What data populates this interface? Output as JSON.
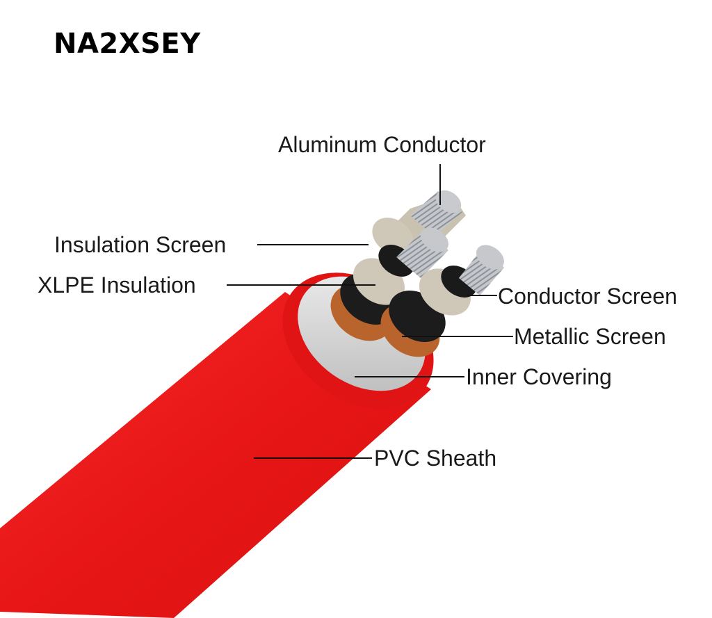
{
  "title": "NA2XSEY",
  "labels": {
    "aluminum_conductor": "Aluminum Conductor",
    "insulation_screen": "Insulation Screen",
    "xlpe_insulation": "XLPE Insulation",
    "conductor_screen": "Conductor Screen",
    "metallic_screen": "Metallic Screen",
    "inner_covering": "Inner Covering",
    "pvc_sheath": "PVC Sheath"
  },
  "colors": {
    "sheath": "#ee1c1c",
    "inner_covering": "#d6d6d6",
    "metallic_screen": "#c0622a",
    "insulation": "#cfc8b8",
    "semicon": "#1a1a1a",
    "conductor": "#b9bcc0"
  }
}
